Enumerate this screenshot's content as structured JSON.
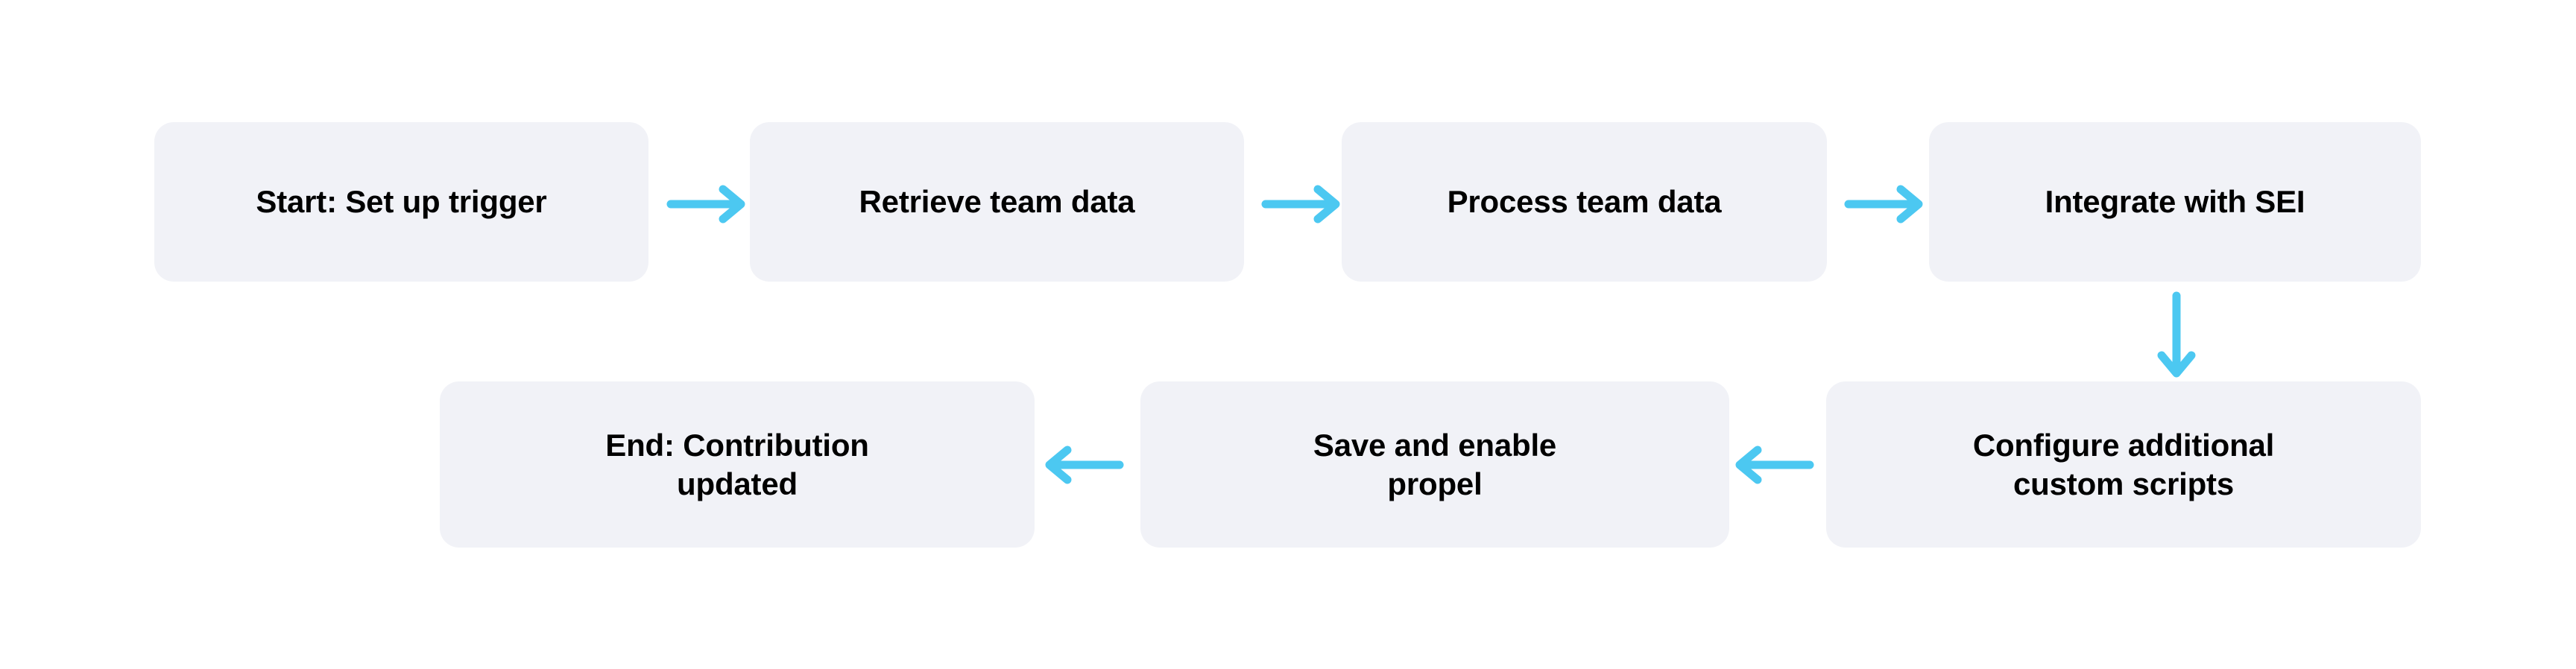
{
  "diagram": {
    "type": "flowchart",
    "title": "",
    "background_color": "#FFFFFF",
    "node_fill_color": "#F1F2F7",
    "node_text_color": "#000000",
    "edge_color": "#4CC8F1",
    "nodes": [
      {
        "id": "start",
        "label": "Start: Set up trigger",
        "row": 1,
        "order": 1
      },
      {
        "id": "retrieve",
        "label": "Retrieve team data",
        "row": 1,
        "order": 2
      },
      {
        "id": "process",
        "label": "Process team data",
        "row": 1,
        "order": 3
      },
      {
        "id": "integrate",
        "label": "Integrate with SEI",
        "row": 1,
        "order": 4
      },
      {
        "id": "configure",
        "label": "Configure additional\ncustom scripts",
        "row": 2,
        "order": 1
      },
      {
        "id": "save",
        "label": "Save and enable\npropel",
        "row": 2,
        "order": 2
      },
      {
        "id": "end",
        "label": "End: Contribution\nupdated",
        "row": 2,
        "order": 3
      }
    ],
    "edges": [
      {
        "id": "e1",
        "from": "start",
        "to": "retrieve",
        "direction": "right"
      },
      {
        "id": "e2",
        "from": "retrieve",
        "to": "process",
        "direction": "right"
      },
      {
        "id": "e3",
        "from": "process",
        "to": "integrate",
        "direction": "right"
      },
      {
        "id": "e4",
        "from": "integrate",
        "to": "configure",
        "direction": "down"
      },
      {
        "id": "e5",
        "from": "configure",
        "to": "save",
        "direction": "left"
      },
      {
        "id": "e6",
        "from": "save",
        "to": "end",
        "direction": "left"
      }
    ]
  }
}
